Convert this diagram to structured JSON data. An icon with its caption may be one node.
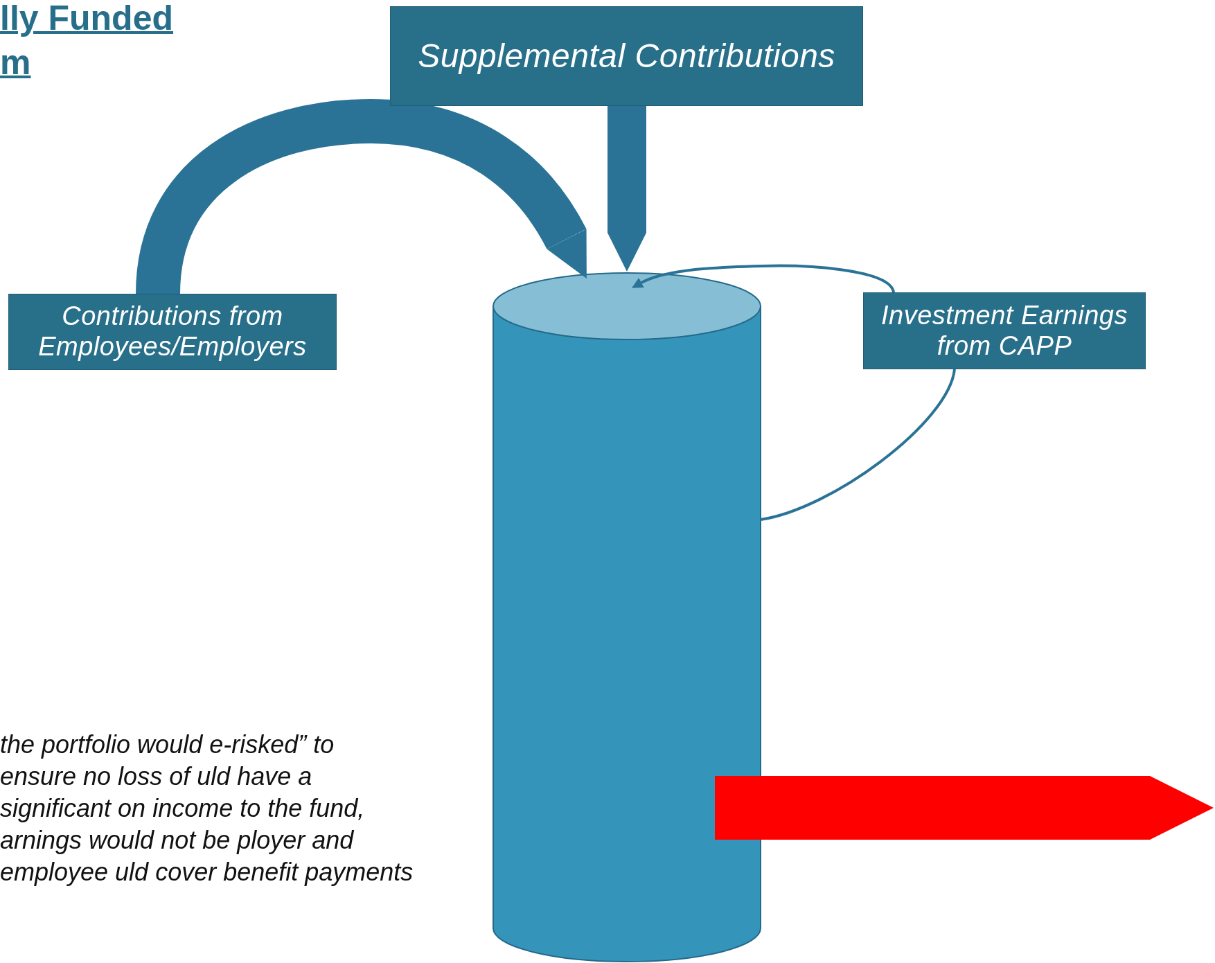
{
  "diagram": {
    "title": "lly Funded m",
    "nodes": [
      {
        "text": [
          "Supplemental Contributions"
        ]
      },
      {
        "text": [
          "Contributions from Employees/Employers"
        ]
      },
      {
        "text": [
          "Investment Earnings from CAPP"
        ]
      },
      {
        "text": [],
        "shape": "cylinder"
      }
    ],
    "edges": [
      {
        "from": 0,
        "to": 3,
        "arrow": "to"
      },
      {
        "from": 1,
        "to": 3,
        "arrow": "to"
      },
      {
        "from": 3,
        "to": 2,
        "arrow": "none"
      },
      {
        "from": 2,
        "to": 3,
        "arrow": "to"
      },
      {
        "from": 3,
        "to": null,
        "arrow": "to",
        "color": "#ff0000"
      }
    ],
    "labels": [
      "the portfolio would e-risked” to ensure no loss of uld have a significant on income to the fund, arnings would not be ployer and employee uld cover benefit payments"
    ]
  }
}
